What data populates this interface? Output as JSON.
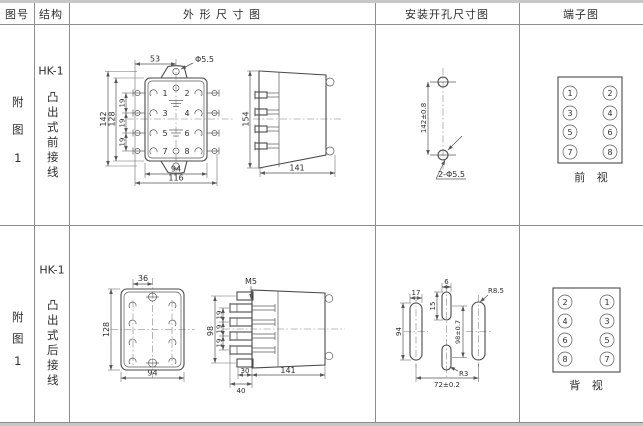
{
  "header": {
    "figure_no": "图号",
    "structure": "结构",
    "outline": "外 形 尺 寸 图",
    "mounting": "安装开孔尺寸图",
    "terminal": "端子图"
  },
  "rows": [
    {
      "figure": "附图1",
      "model": "HK-1",
      "structure": "凸出式前接线",
      "outline": {
        "nums": [
          "1",
          "2",
          "3",
          "4",
          "5",
          "6",
          "7",
          "8"
        ],
        "d53": "53",
        "hole": "Φ5.5",
        "d142": "142",
        "d128": "128",
        "p19a": "19",
        "p19b": "19",
        "p19c": "19",
        "d94": "94",
        "d116": "116",
        "d154": "154",
        "d141": "141"
      },
      "mounting": {
        "d142": "142±0.8",
        "callout": "2-Φ5.5"
      },
      "terminal": {
        "view": "前 视",
        "left": [
          "1",
          "3",
          "5",
          "7"
        ],
        "right": [
          "2",
          "4",
          "6",
          "8"
        ]
      }
    },
    {
      "figure": "附图1",
      "model": "HK-1",
      "structure": "凸出式后接线",
      "outline": {
        "d36": "36",
        "d128": "128",
        "d94": "94",
        "m5": "M5",
        "d98": "98",
        "p19a": "19",
        "p19b": "19",
        "p19c": "19",
        "d30": "30",
        "d40": "40",
        "d141": "141"
      },
      "mounting": {
        "d17": "17",
        "d6": "6",
        "d15": "15",
        "d94": "94",
        "d98": "98±0.7",
        "r85": "R8.5",
        "r3": "R3",
        "d72": "72±0.2"
      },
      "terminal": {
        "view": "背 视",
        "left": [
          "2",
          "4",
          "6",
          "8"
        ],
        "right": [
          "1",
          "3",
          "5",
          "7"
        ]
      }
    }
  ]
}
